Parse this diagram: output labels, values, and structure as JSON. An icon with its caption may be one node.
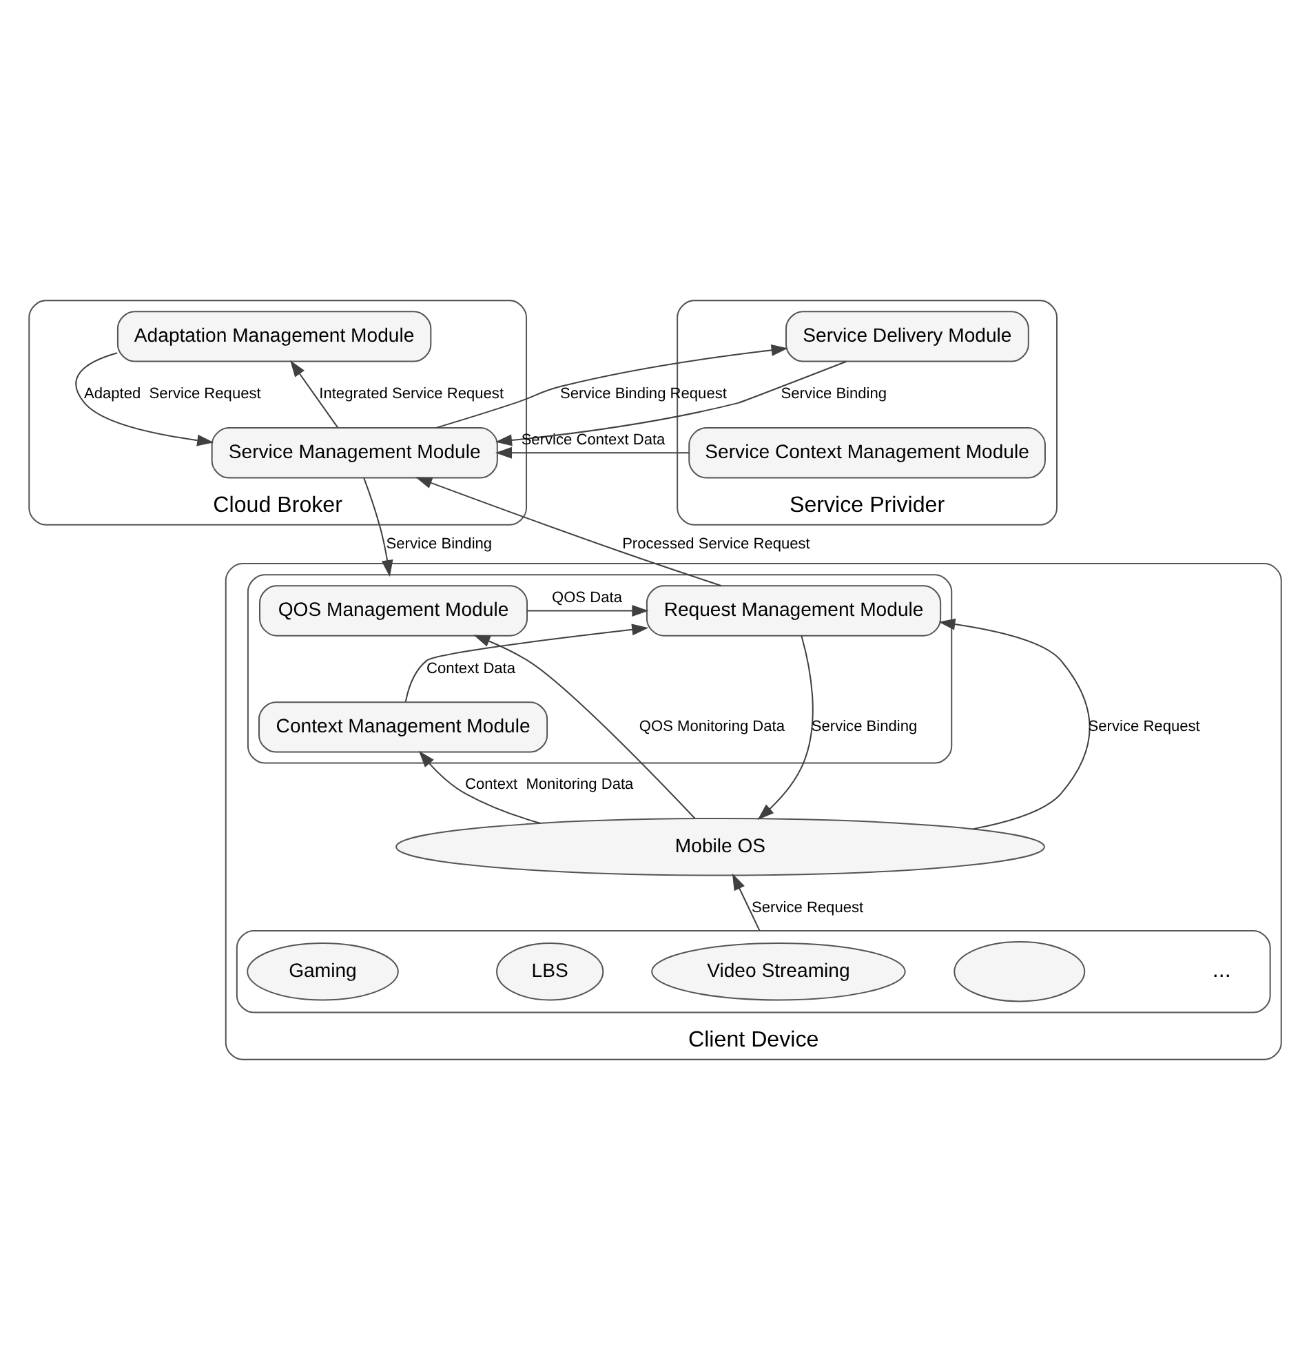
{
  "diagram": {
    "nodes": [
      {
        "text": [
          "Cloud Broker"
        ]
      },
      {
        "text": [
          "Adaptation Management Module"
        ],
        "in": 0
      },
      {
        "text": [
          "Service Management Module"
        ],
        "in": 0
      },
      {
        "text": [
          "Service Privider"
        ]
      },
      {
        "text": [
          "Service Delivery Module"
        ],
        "in": 3
      },
      {
        "text": [
          "Service Context Management Module"
        ],
        "in": 3
      },
      {
        "text": [
          "Client Device"
        ]
      },
      {
        "text": [],
        "shape": "box",
        "in": 6
      },
      {
        "text": [
          "QOS Management Module"
        ],
        "in": 7
      },
      {
        "text": [
          "Context Management Module"
        ],
        "in": 7
      },
      {
        "text": [
          "Request Management Module"
        ],
        "in": 7
      },
      {
        "text": [
          "Mobile OS"
        ],
        "in": 6
      },
      {
        "text": [],
        "shape": "box",
        "in": 6
      },
      {
        "text": [
          "Video Streaming"
        ],
        "in": 12
      },
      {
        "text": [
          "Gaming"
        ],
        "in": 12
      },
      {
        "text": [
          "LBS"
        ],
        "in": 12
      },
      {
        "text": [],
        "shape": "ellipse",
        "in": 12
      }
    ],
    "edges": [
      {
        "from": 2,
        "to": 1,
        "arrow": "to",
        "label": "Integrated Service Request"
      },
      {
        "from": 1,
        "to": 2,
        "arrow": "to",
        "label": "Adapted  Service Request"
      },
      {
        "from": 4,
        "to": 2,
        "arrow": "to",
        "label": "Service Binding"
      },
      {
        "from": 2,
        "to": 4,
        "arrow": "to",
        "label": "Service Binding Request"
      },
      {
        "from": 5,
        "to": 2,
        "arrow": "to",
        "label": "Service Context Data"
      },
      {
        "from": 10,
        "to": 2,
        "arrow": "to",
        "label": "Processed Service Request"
      },
      {
        "from": 2,
        "to": 7,
        "arrow": "to",
        "label": "Service Binding"
      },
      {
        "from": 8,
        "to": 10,
        "arrow": "to",
        "label": "QOS Data"
      },
      {
        "from": 9,
        "to": 10,
        "arrow": "to",
        "label": "Context Data"
      },
      {
        "from": 11,
        "to": 8,
        "arrow": "to",
        "label": "QOS Monitoring Data"
      },
      {
        "from": 11,
        "to": 9,
        "arrow": "to",
        "label": "Context  Monitoring Data"
      },
      {
        "from": 11,
        "to": 10,
        "arrow": "to",
        "label": "Service Request"
      },
      {
        "from": 10,
        "to": 11,
        "arrow": "to",
        "label": "Service Binding"
      },
      {
        "from": 12,
        "to": 11,
        "arrow": "to",
        "label": "Service Request"
      }
    ],
    "labels": [
      "..."
    ]
  }
}
